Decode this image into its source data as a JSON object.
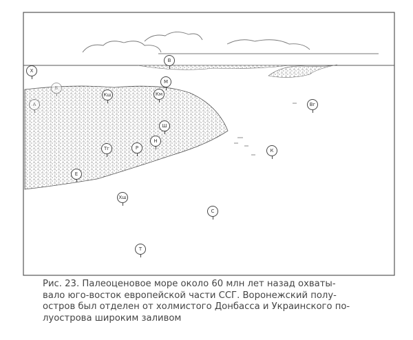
{
  "figure": {
    "labels": [
      "В",
      "Х",
      "М",
      "Б",
      "А",
      "Кш",
      "Км",
      "Ш",
      "Н",
      "Р",
      "Тг",
      "Е",
      "Хш",
      "С",
      "Т",
      "К",
      "Вг"
    ]
  },
  "caption": {
    "lines": [
      "Рис. 23. Палеоценовое море около 60 млн лет назад охваты-",
      "вало юго-восток европейской части ССГ. Воронежский полу-",
      "остров был отделен от холмистого Донбасса и Украинского по-",
      "луострова широким заливом"
    ]
  }
}
